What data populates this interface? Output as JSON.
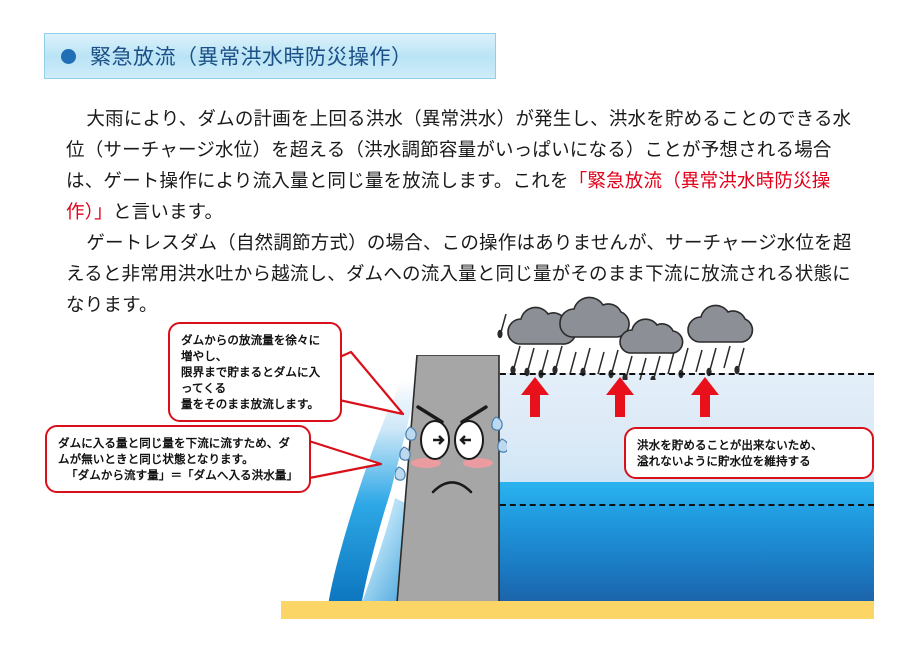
{
  "header": {
    "bullet_icon": "bullet-dot-icon",
    "title": "緊急放流（異常洪水時防災操作）",
    "accent_color": "#1b4f86",
    "banner_color": "#b9e4f5"
  },
  "body": {
    "paragraph_1_part_1": "大雨により、ダムの計画を上回る洪水（異常洪水）が発生し、洪水を貯めることのできる水位（サーチャージ水位）を超える（洪水調節容量がいっぱいになる）ことが予想される場合は、ゲート操作により流入量と同じ量を放流します。これを",
    "paragraph_1_highlight": "「緊急放流（異常洪水時防災操作）」",
    "paragraph_1_part_2": "と言います。",
    "paragraph_2": "ゲートレスダム（自然調節方式）の場合、この操作はありませんが、サーチャージ水位を超えると非常用洪水吐から越流し、ダムへの流入量と同じ量がそのまま下流に放流される状態になります。",
    "highlight_color": "#e2001a"
  },
  "callouts": [
    {
      "id": "callout-discharge",
      "lines": [
        "ダムからの放流量を徐々に増やし、",
        "限界まで貯まるとダムに入ってくる",
        "量をそのまま放流します。"
      ]
    },
    {
      "id": "callout-downstream",
      "lines": [
        "ダムに入る量と同じ量を下流に流すため、ダ",
        "ムが無いときと同じ状態となります。"
      ],
      "equation": "「ダムから流す量」＝「ダムへ入る洪水量」"
    },
    {
      "id": "callout-reservoir",
      "lines": [
        "洪水を貯めることが出来ないため、",
        "溢れないように貯水位を維持する"
      ]
    }
  ],
  "illustration": {
    "dam": {
      "name": "dam-structure",
      "body_color": "#a6a6a6",
      "face": {
        "expression": "distressed",
        "eyebrows": "angry-eyebrows",
        "eyes": "cross-eyed-pupils",
        "cheeks": "pink-blush",
        "mouth": "frown",
        "sweat": "sweat-drops"
      }
    },
    "clouds": {
      "name": "rain-clouds",
      "count": 4,
      "color": "#8c8f96",
      "rain": "rain-streaks"
    },
    "arrows": {
      "name": "water-level-rise-arrows",
      "count": 3,
      "color": "#e8111b",
      "direction": "up"
    },
    "water": {
      "surface_line": "surcharge-water-level-dashed-line",
      "second_line": "flood-control-level-dashed-line",
      "upper_band_color": "#dceaf7",
      "lower_band_color": "#1f97dd"
    },
    "jet": {
      "name": "discharge-water-jet",
      "color": "#0f9ae0",
      "direction": "downstream-left"
    },
    "ground": {
      "name": "riverbed-ground",
      "color": "#fbd667"
    }
  }
}
